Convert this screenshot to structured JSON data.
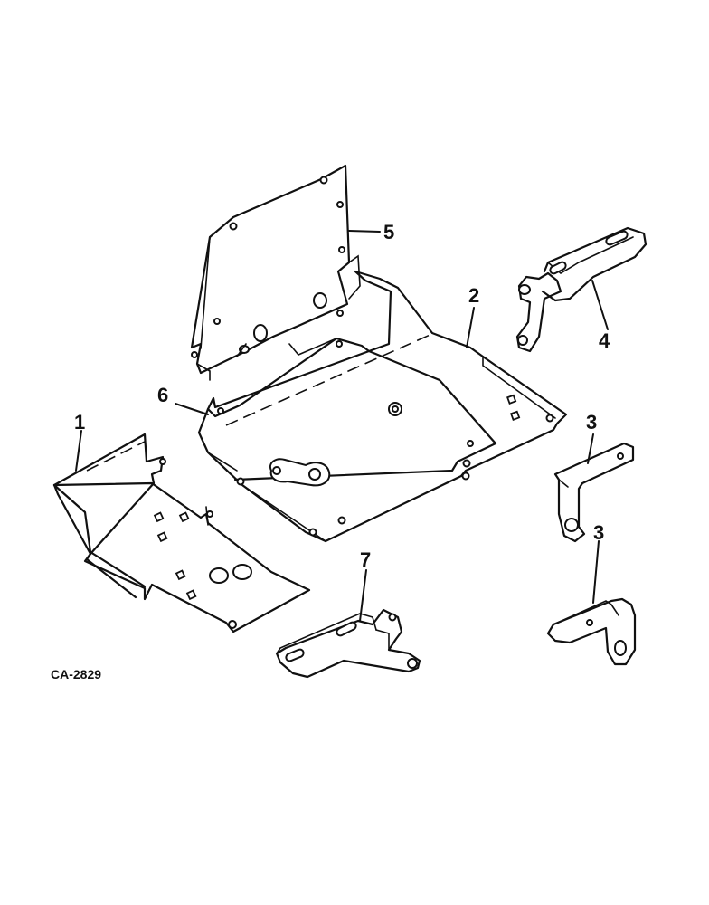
{
  "figure_id": "CA-2829",
  "callouts": {
    "c1": "1",
    "c2": "2",
    "c3a": "3",
    "c3b": "3",
    "c4": "4",
    "c5": "5",
    "c6": "6",
    "c7": "7"
  }
}
